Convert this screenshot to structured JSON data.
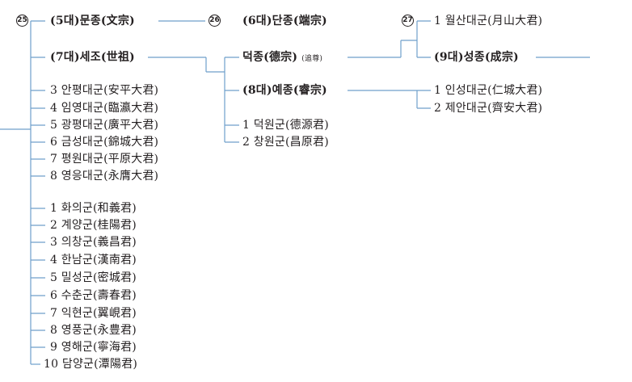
{
  "badges": {
    "b25": "25",
    "b26": "26",
    "b27": "27"
  },
  "gen1": {
    "munjong": "(5대)문종(文宗)",
    "sejo": "(7대)세조(世祖)",
    "princes": [
      "3 안평대군(安平大君)",
      "4 임영대군(臨瀛大君)",
      "5 광평대군(廣平大君)",
      "6 금성대군(錦城大君)",
      "7 평원대군(平原大君)",
      "8 영응대군(永膺大君)"
    ],
    "gun": [
      "1 화의군(和義君)",
      "2 계양군(桂陽君)",
      "3 의창군(義昌君)",
      "4 한남군(漢南君)",
      "5 밀성군(密城君)",
      "6 수춘군(壽春君)",
      "7 익현군(翼峴君)",
      "8 영풍군(永豊君)",
      "9 영해군(寧海君)",
      "10 담양군(潭陽君)"
    ]
  },
  "gen2": {
    "danjong": "(6대)단종(端宗)",
    "deokjong": "덕종(德宗)",
    "deokjong_note": "(追尊)",
    "yejong": "(8대)예종(睿宗)",
    "sejo_gun": [
      "1 덕원군(德源君)",
      "2 창원군(昌原君)"
    ]
  },
  "gen3": {
    "wolsan": "1 월산대군(月山大君)",
    "seongjong": "(9대)성종(成宗)",
    "yejong_sons": [
      "1 인성대군(仁城大君)",
      "2 제안대군(齊安大君)"
    ]
  }
}
